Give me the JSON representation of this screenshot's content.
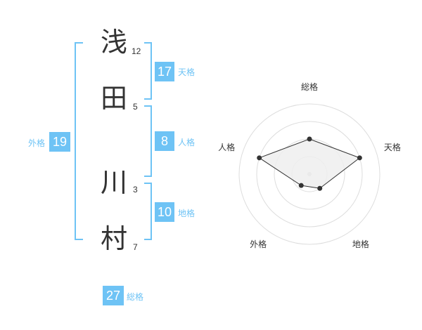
{
  "name": {
    "chars": [
      {
        "char": "浅",
        "strokes": "12"
      },
      {
        "char": "田",
        "strokes": "5"
      },
      {
        "char": "川",
        "strokes": "3"
      },
      {
        "char": "村",
        "strokes": "7"
      }
    ]
  },
  "fortune": {
    "ten": {
      "label": "天格",
      "value": "17"
    },
    "jin": {
      "label": "人格",
      "value": "8"
    },
    "chi": {
      "label": "地格",
      "value": "10"
    },
    "gai": {
      "label": "外格",
      "value": "19"
    },
    "sou": {
      "label": "総格",
      "value": "27"
    }
  },
  "colors": {
    "accent": "#6ec3f5",
    "label": "#6ec3f5",
    "text": "#333333",
    "radar_fill": "#eeeeee",
    "radar_grid": "#dddddd"
  },
  "chart_data": {
    "type": "radar",
    "axes": [
      "総格",
      "天格",
      "地格",
      "外格",
      "人格"
    ],
    "values": [
      0.5,
      0.75,
      0.25,
      0.2,
      0.75
    ],
    "range": [
      0,
      1
    ],
    "rings": 4
  }
}
